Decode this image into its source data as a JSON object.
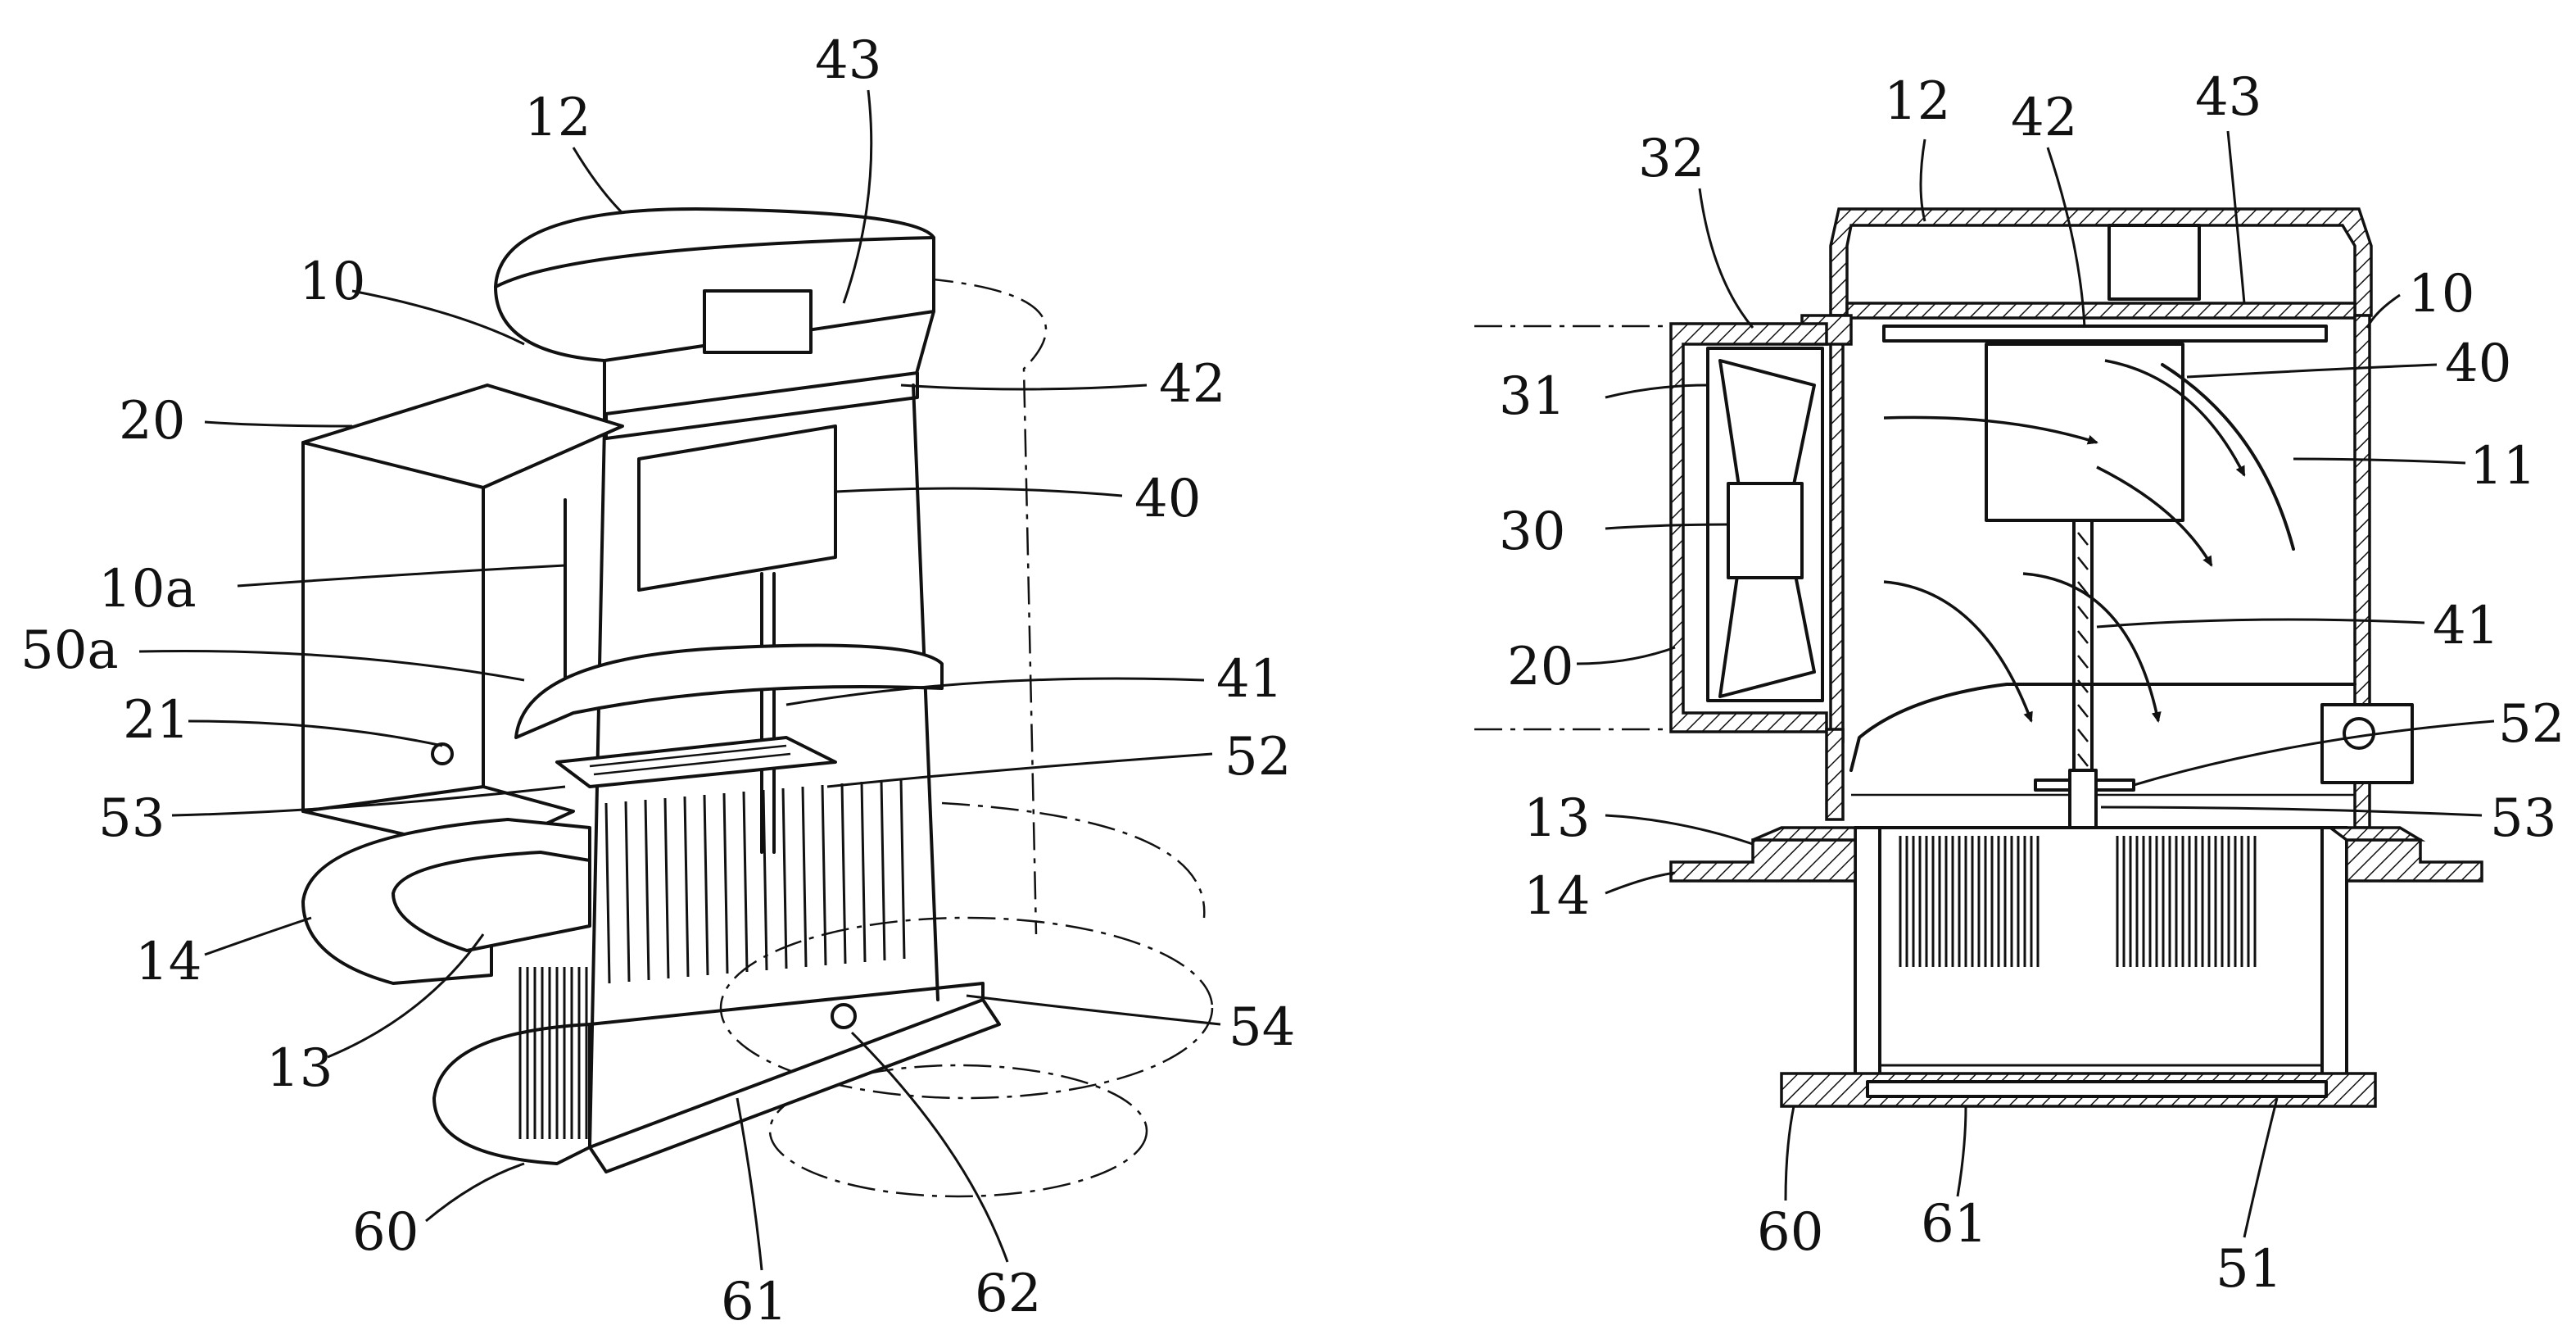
{
  "left_view": {
    "labels": [
      {
        "id": "12",
        "text": "12"
      },
      {
        "id": "43",
        "text": "43"
      },
      {
        "id": "10",
        "text": "10"
      },
      {
        "id": "20",
        "text": "20"
      },
      {
        "id": "42",
        "text": "42"
      },
      {
        "id": "40",
        "text": "40"
      },
      {
        "id": "10a",
        "text": "10a"
      },
      {
        "id": "50a",
        "text": "50a"
      },
      {
        "id": "41",
        "text": "41"
      },
      {
        "id": "21",
        "text": "21"
      },
      {
        "id": "52",
        "text": "52"
      },
      {
        "id": "53",
        "text": "53"
      },
      {
        "id": "14",
        "text": "14"
      },
      {
        "id": "13",
        "text": "13"
      },
      {
        "id": "54",
        "text": "54"
      },
      {
        "id": "60",
        "text": "60"
      },
      {
        "id": "61",
        "text": "61"
      },
      {
        "id": "62",
        "text": "62"
      }
    ]
  },
  "right_view": {
    "labels": [
      {
        "id": "32",
        "text": "32"
      },
      {
        "id": "12",
        "text": "12"
      },
      {
        "id": "42",
        "text": "42"
      },
      {
        "id": "43",
        "text": "43"
      },
      {
        "id": "10",
        "text": "10"
      },
      {
        "id": "31",
        "text": "31"
      },
      {
        "id": "40",
        "text": "40"
      },
      {
        "id": "11",
        "text": "11"
      },
      {
        "id": "30",
        "text": "30"
      },
      {
        "id": "41",
        "text": "41"
      },
      {
        "id": "20",
        "text": "20"
      },
      {
        "id": "52",
        "text": "52"
      },
      {
        "id": "13",
        "text": "13"
      },
      {
        "id": "53",
        "text": "53"
      },
      {
        "id": "14",
        "text": "14"
      },
      {
        "id": "60",
        "text": "60"
      },
      {
        "id": "61",
        "text": "61"
      },
      {
        "id": "51",
        "text": "51"
      }
    ]
  }
}
